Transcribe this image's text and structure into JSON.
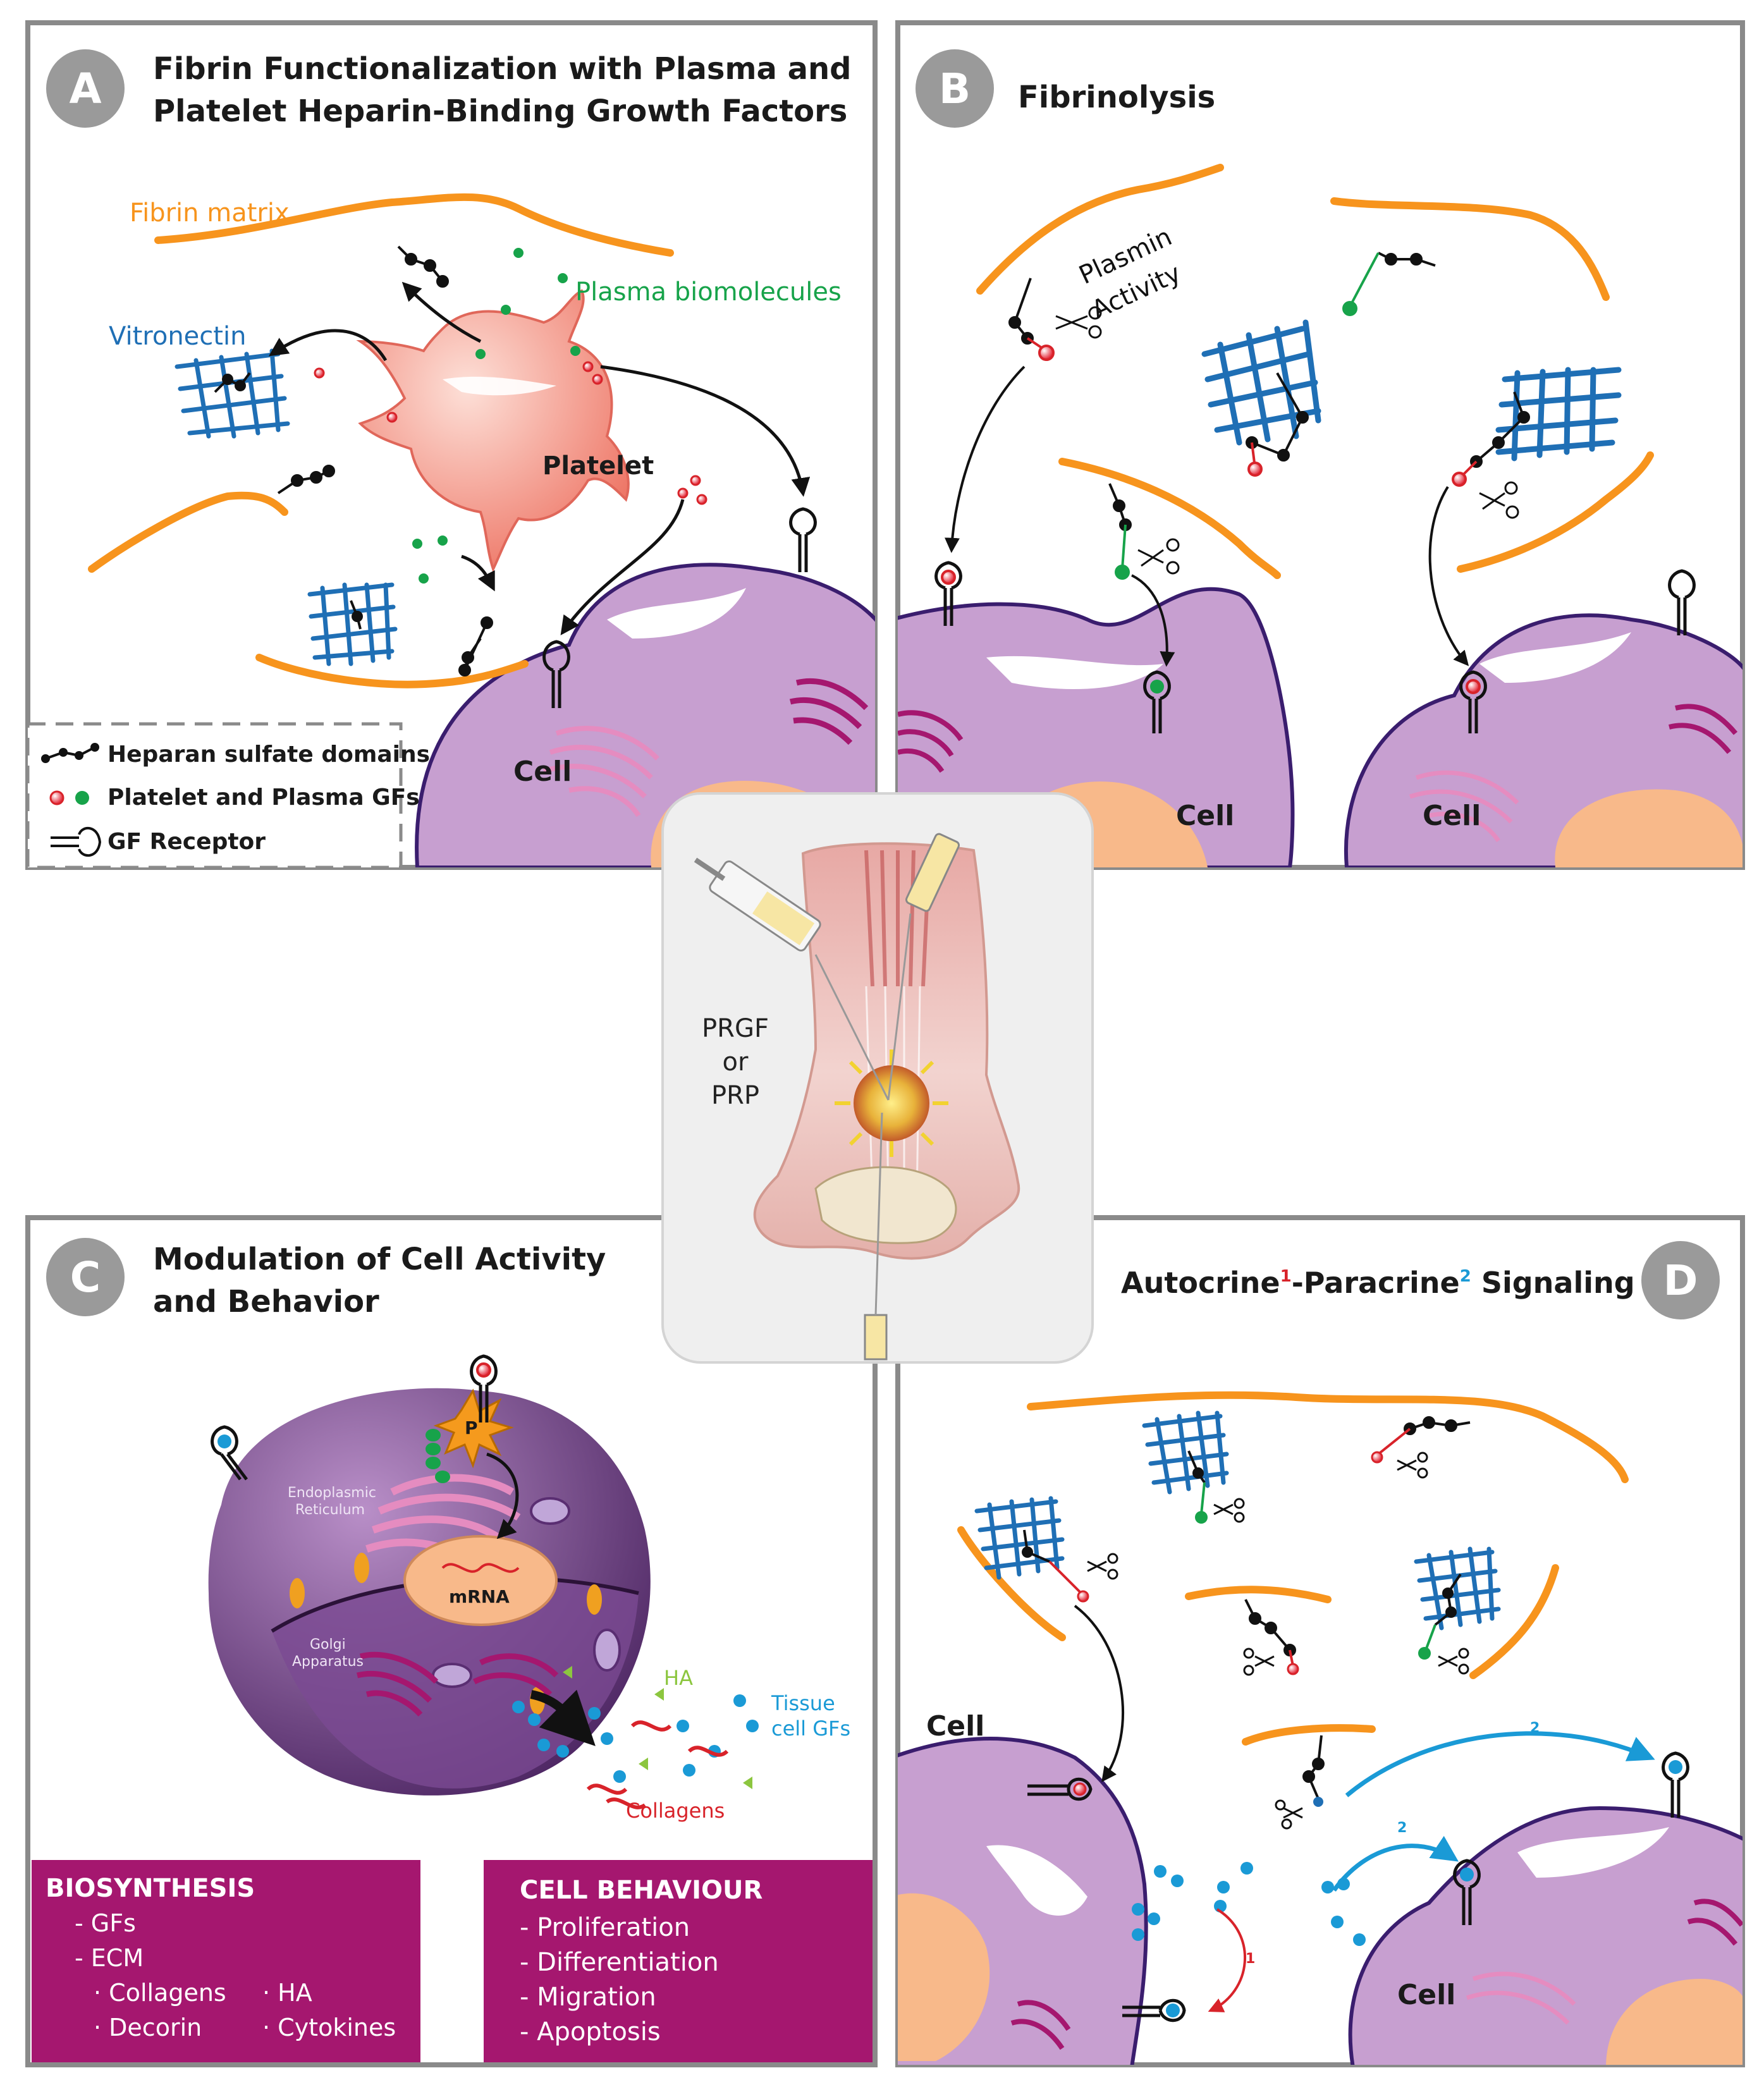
{
  "panel_a": {
    "letter": "A",
    "title_line1": "Fibrin Functionalization with Plasma and",
    "title_line2": "Platelet Heparin-Binding Growth Factors",
    "fibrin_matrix": "Fibrin matrix",
    "plasma_biomolecules": "Plasma biomolecules",
    "vitronectin": "Vitronectin",
    "platelet": "Platelet",
    "cell": "Cell",
    "legend": {
      "heparan": "Heparan sulfate domains",
      "gfs": "Platelet and Plasma GFs",
      "receptor": "GF Receptor"
    }
  },
  "panel_b": {
    "letter": "B",
    "title": "Fibrinolysis",
    "plasmin_line1": "Plasmin",
    "plasmin_line2": "Activity",
    "cell_left": "Cell",
    "cell_right": "Cell"
  },
  "center": {
    "injection_line1": "PRGF",
    "injection_line2": "or",
    "injection_line3": "PRP"
  },
  "panel_c": {
    "letter": "C",
    "title_line1": "Modulation of Cell Activity",
    "title_line2": "and Behavior",
    "p_label": "P",
    "er_line1": "Endoplasmic",
    "er_line2": "Reticulum",
    "mrna": "mRNA",
    "golgi_line1": "Golgi",
    "golgi_line2": "Apparatus",
    "ha": "HA",
    "tissue_line1": "Tissue",
    "tissue_line2": "cell GFs",
    "collagens": "Collagens",
    "biosynthesis": {
      "heading": "BIOSYNTHESIS",
      "gfs": "- GFs",
      "ecm": "- ECM",
      "collagens": "· Collagens",
      "ha": "· HA",
      "decorin": "· Decorin",
      "cytokines": "· Cytokines"
    },
    "behaviour": {
      "heading": "CELL BEHAVIOUR",
      "items": [
        "- Proliferation",
        "- Differentiation",
        "- Migration",
        "- Apoptosis"
      ]
    }
  },
  "panel_d": {
    "letter": "D",
    "title_a": "Autocrine",
    "sup1": "1",
    "title_b": "-Paracrine",
    "sup2": "2",
    "title_c": " Signaling",
    "cell_left": "Cell",
    "cell_right": "Cell",
    "arrow1": "1",
    "arrow2a": "2",
    "arrow2b": "2"
  },
  "colors": {
    "fibrin": "#f7941d",
    "vitronectin": "#1f6fb5",
    "gf_red": "#d8232a",
    "gf_green": "#17a34a",
    "gf_blue": "#1a9ad6",
    "cell": "#c79fd0",
    "magenta": "#a5176f",
    "platelet": "#f08a7e"
  }
}
